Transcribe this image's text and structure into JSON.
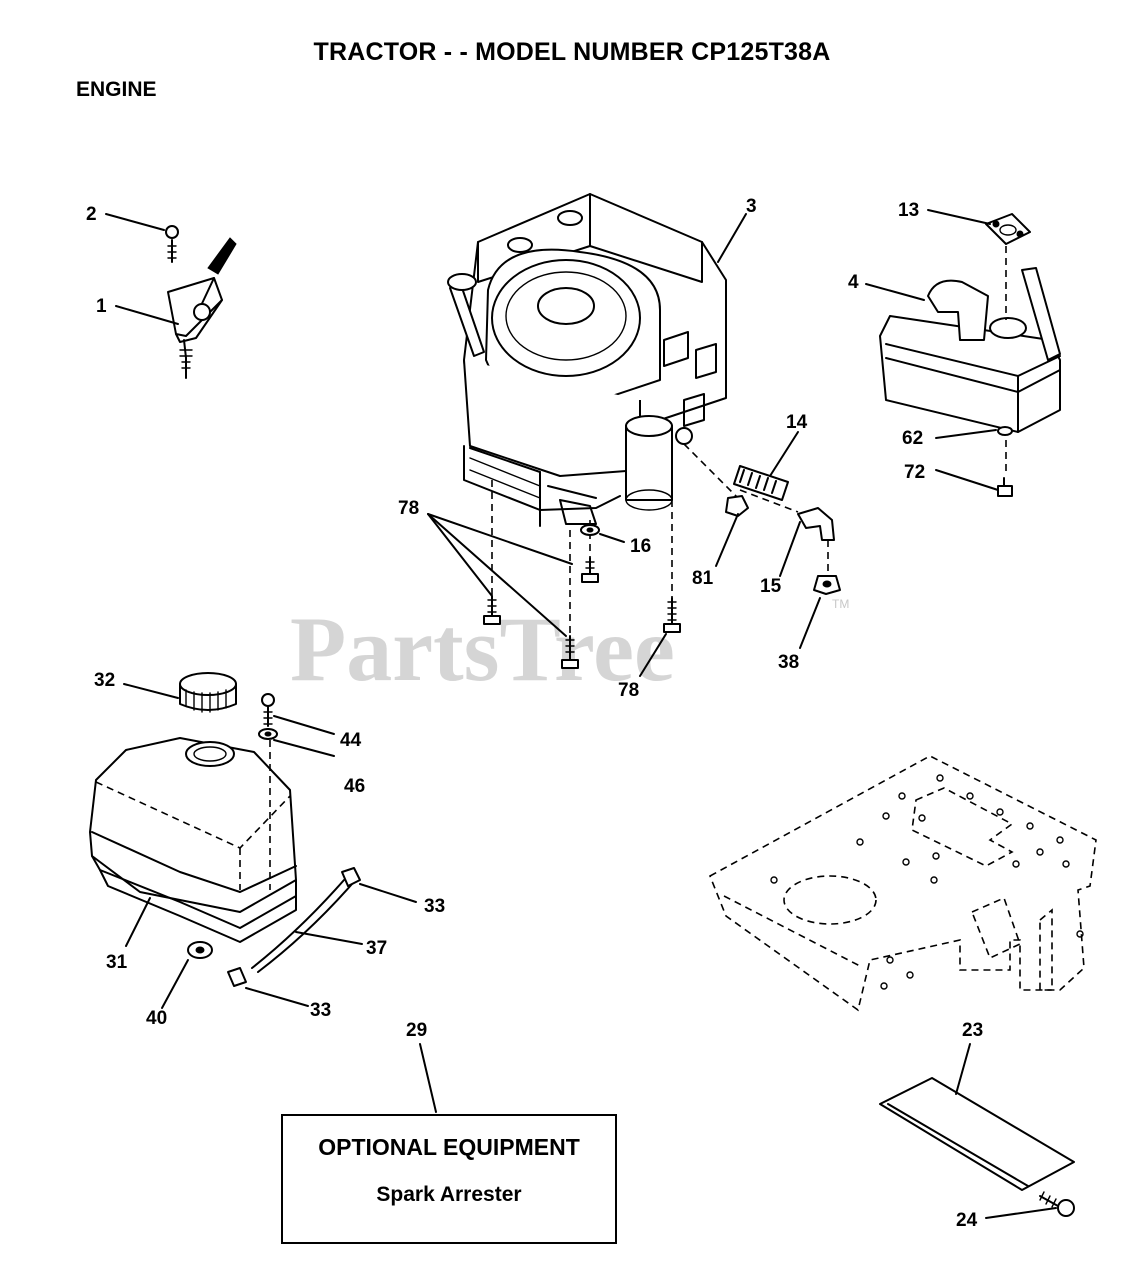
{
  "header": {
    "title": "TRACTOR - - MODEL NUMBER CP125T38A",
    "section": "ENGINE"
  },
  "watermark": {
    "text": "PartsTree",
    "trademark": "TM"
  },
  "optional_equipment": {
    "title": "OPTIONAL EQUIPMENT",
    "item": "Spark Arrester"
  },
  "callouts": {
    "c1": "1",
    "c2": "2",
    "c3": "3",
    "c4": "4",
    "c13": "13",
    "c14": "14",
    "c15": "15",
    "c16": "16",
    "c23": "23",
    "c24": "24",
    "c29": "29",
    "c31": "31",
    "c32": "32",
    "c33a": "33",
    "c33b": "33",
    "c37": "37",
    "c38": "38",
    "c40": "40",
    "c44": "44",
    "c46": "46",
    "c62": "62",
    "c72": "72",
    "c78a": "78",
    "c78b": "78",
    "c81": "81"
  },
  "colors": {
    "ink": "#000000",
    "paper": "#ffffff",
    "watermark": "#c8c8c8"
  }
}
